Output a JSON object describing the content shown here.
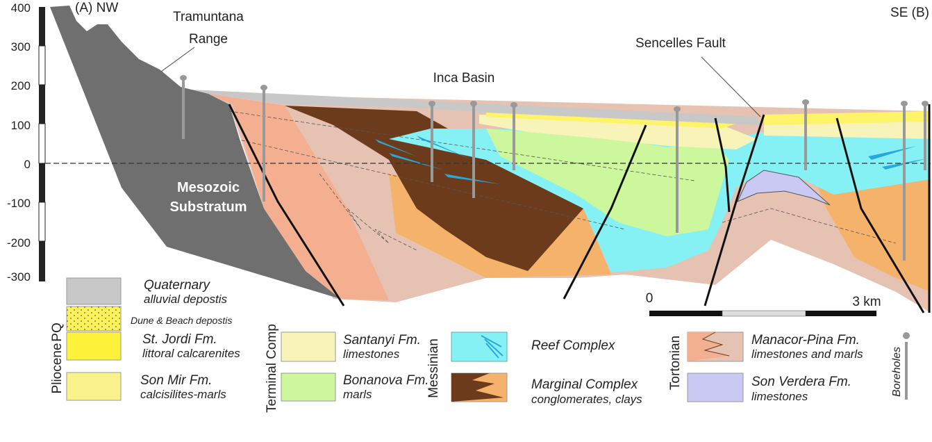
{
  "header": {
    "left_label": "(A) NW",
    "right_label": "SE (B)"
  },
  "annotations": {
    "tramuntana_1": "Tramuntana",
    "tramuntana_2": "Range",
    "inca_basin": "Inca Basin",
    "sencelles_fault": "Sencelles Fault",
    "mesozoic_1": "Mesozoic",
    "mesozoic_2": "Substratum"
  },
  "y_axis": {
    "ticks": [
      "400",
      "300",
      "200",
      "100",
      "0",
      "-100",
      "-200",
      "-300"
    ]
  },
  "scale_bar": {
    "start": "0",
    "end": "3 km"
  },
  "colors": {
    "mesozoic": "#6f6f6f",
    "quaternary": "#c8c8c8",
    "dune": "#fdf25c",
    "st_jordi": "#fff23a",
    "son_mir": "#faf28a",
    "santanyi": "#f8f3b8",
    "bonanova": "#cdf79c",
    "reef": "#86f1f4",
    "marginal_dark": "#6b3b1c",
    "marginal_light": "#f5b26b",
    "manacor_a": "#f4ae90",
    "manacor_b": "#e6c2b2",
    "son_verdera": "#c9c9f3",
    "borehole": "#999999"
  },
  "legend": {
    "groups": {
      "pq": "PQ",
      "pliocene": "Pliocene",
      "terminal": "Terminal Comp",
      "messinian": "Messinian",
      "tortonian": "Tortonian"
    },
    "items": [
      {
        "name": "Quaternary",
        "desc": "alluvial depostis"
      },
      {
        "name": "Dune & Beach depostis"
      },
      {
        "name": "St. Jordi Fm.",
        "desc": "littoral calcarenites"
      },
      {
        "name": "Son Mir Fm.",
        "desc": "calcisilites-marls"
      },
      {
        "name": "Santanyi Fm.",
        "desc": "limestones"
      },
      {
        "name": "Bonanova Fm.",
        "desc": "marls"
      },
      {
        "name": "Reef Complex"
      },
      {
        "name": "Marginal Complex",
        "desc": "conglomerates, clays"
      },
      {
        "name": "Manacor-Pina Fm.",
        "desc": "limestones and marls"
      },
      {
        "name": "Son Verdera Fm.",
        "desc": "limestones"
      },
      {
        "name": "Boreholes"
      }
    ]
  }
}
